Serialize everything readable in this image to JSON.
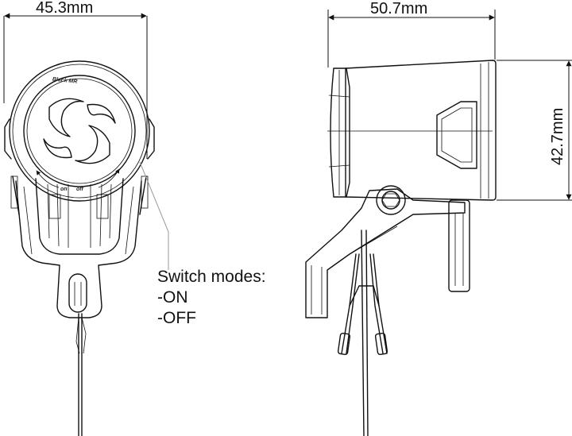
{
  "dimensions": {
    "front_width": "45.3mm",
    "side_length": "50.7mm",
    "side_height": "42.7mm"
  },
  "front_logo": "Black MR",
  "switch_labels": {
    "on": "on",
    "off": "off"
  },
  "callout": {
    "title": "Switch modes:",
    "options": [
      "-ON",
      "-OFF"
    ]
  }
}
